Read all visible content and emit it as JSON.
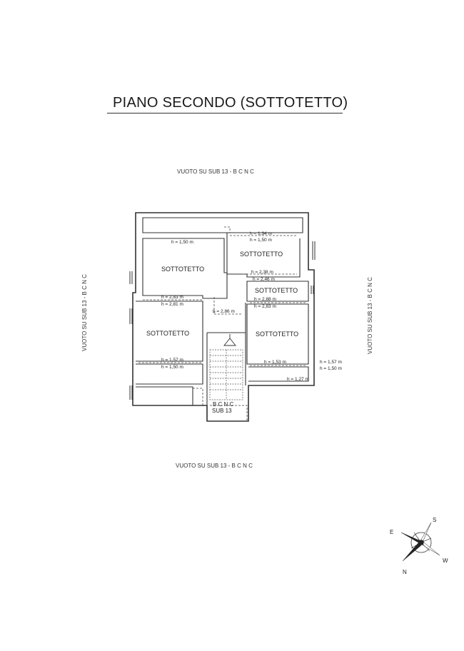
{
  "drawing": {
    "title": "PIANO SECONDO (SOTTOTETTO)",
    "edges": {
      "top": "VUOTO SU SUB 13 - B C N C",
      "bottom": "VUOTO SU SUB 13 - B C N C",
      "left": "VUOTO SU SUB 13 - B C N C",
      "right": "VUOTO SU SUB 13 - B C N C"
    }
  },
  "rooms": [
    {
      "id": "ne",
      "label": "SOTTOTETTO"
    },
    {
      "id": "nw",
      "label": "SOTTOTETTO"
    },
    {
      "id": "mid-e",
      "label": "SOTTOTETTO"
    },
    {
      "id": "sw",
      "label": "SOTTOTETTO"
    },
    {
      "id": "se",
      "label": "SOTTOTETTO"
    }
  ],
  "heights": {
    "h134": "h = 1,34 m",
    "h150a": "h = 1,50 m",
    "h150b": "h = 1,50 m",
    "h238": "h = 2,38 m",
    "h246": "h = 2,46 m",
    "h283a": "h = 2,83 m",
    "h288": "h = 2,88 m",
    "h281": "h = 2,81 m",
    "h283b": "h = 2,83 m",
    "h286": "h = 2,86 m",
    "h157a": "h = 1,57 m",
    "h150c": "h = 1,50 m",
    "h153": "h = 1,53 m",
    "h157b": "h = 1,57 m",
    "h150d": "h = 1,50 m",
    "h127": "h = 1,27 m"
  },
  "stair_note": {
    "line1": "B C N C",
    "line2": "SUB 13"
  },
  "compass": {
    "north": "N",
    "south": "S",
    "east": "E",
    "west": "W"
  }
}
